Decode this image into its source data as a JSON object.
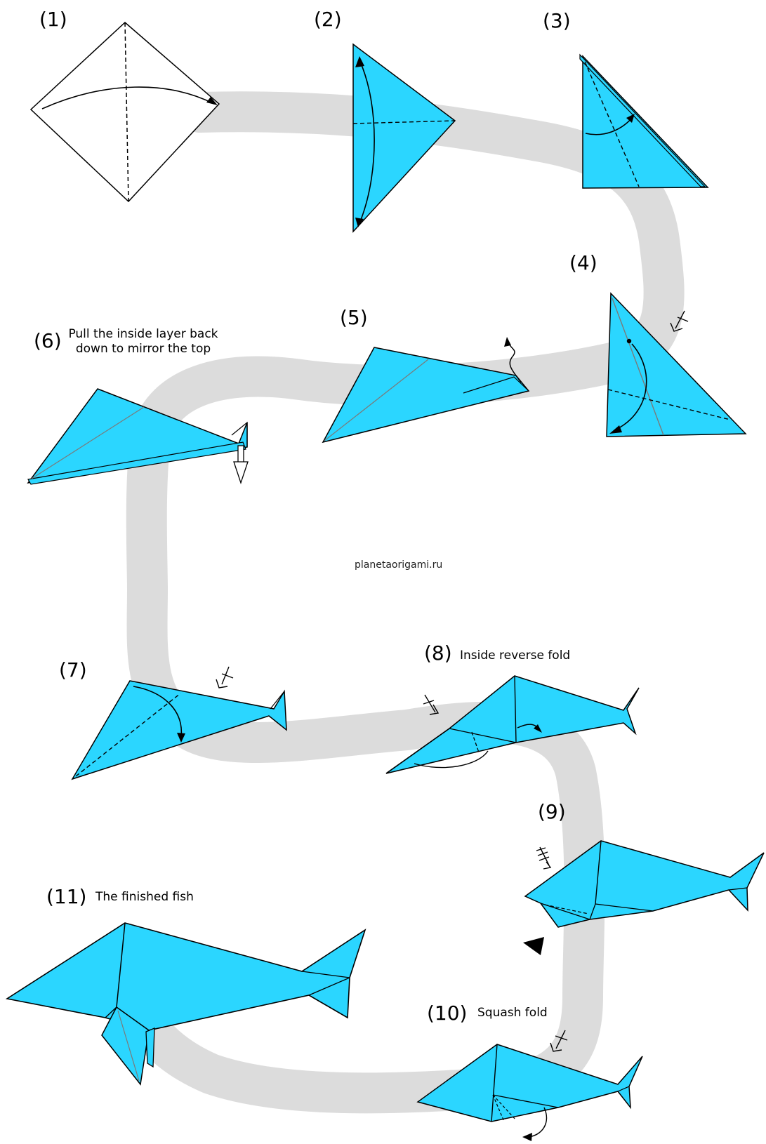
{
  "source": "planetaorigami.ru",
  "colors": {
    "paper": "#2bd6ff",
    "path": "#dcdcdc",
    "outline": "#000000",
    "crease": "#7a7a7a"
  },
  "steps": [
    {
      "number": "(1)",
      "caption": ""
    },
    {
      "number": "(2)",
      "caption": ""
    },
    {
      "number": "(3)",
      "caption": ""
    },
    {
      "number": "(4)",
      "caption": ""
    },
    {
      "number": "(5)",
      "caption": ""
    },
    {
      "number": "(6)",
      "caption": "Pull the inside layer back down to mirror the top"
    },
    {
      "number": "(7)",
      "caption": ""
    },
    {
      "number": "(8)",
      "caption": "Inside reverse fold"
    },
    {
      "number": "(9)",
      "caption": ""
    },
    {
      "number": "(10)",
      "caption": "Squash fold"
    },
    {
      "number": "(11)",
      "caption": "The finished fish"
    }
  ],
  "icons": [
    "fold-arrow-icon",
    "mountain-fold-symbol-icon",
    "pull-arrow-icon",
    "push-arrow-icon"
  ]
}
